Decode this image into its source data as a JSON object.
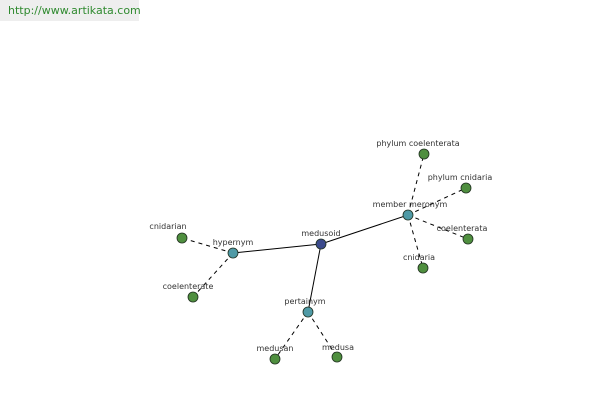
{
  "site": {
    "url": "http://www.artikata.com"
  },
  "graph": {
    "colors": {
      "center": "#3b4a8c",
      "relation": "#4f9aa6",
      "leaf": "#4f8f3f",
      "edge_solid": "#000000",
      "edge_dashed": "#000000",
      "node_stroke": "#1f2f1f"
    },
    "center": {
      "id": "medusoid",
      "label": "medusoid"
    },
    "relations": [
      {
        "id": "hypernym",
        "label": "hypernym",
        "children": [
          {
            "id": "cnidarian",
            "label": "cnidarian"
          },
          {
            "id": "coelenterate",
            "label": "coelenterate"
          }
        ]
      },
      {
        "id": "member-meronym",
        "label": "member meronym",
        "children": [
          {
            "id": "phylum-coelenterata",
            "label": "phylum coelenterata"
          },
          {
            "id": "phylum-cnidaria",
            "label": "phylum cnidaria"
          },
          {
            "id": "coelenterata",
            "label": "coelenterata"
          },
          {
            "id": "cnidaria",
            "label": "cnidaria"
          }
        ]
      },
      {
        "id": "pertainym",
        "label": "pertainym",
        "children": [
          {
            "id": "medusan",
            "label": "medusan"
          },
          {
            "id": "medusa",
            "label": "medusa"
          }
        ]
      }
    ]
  }
}
